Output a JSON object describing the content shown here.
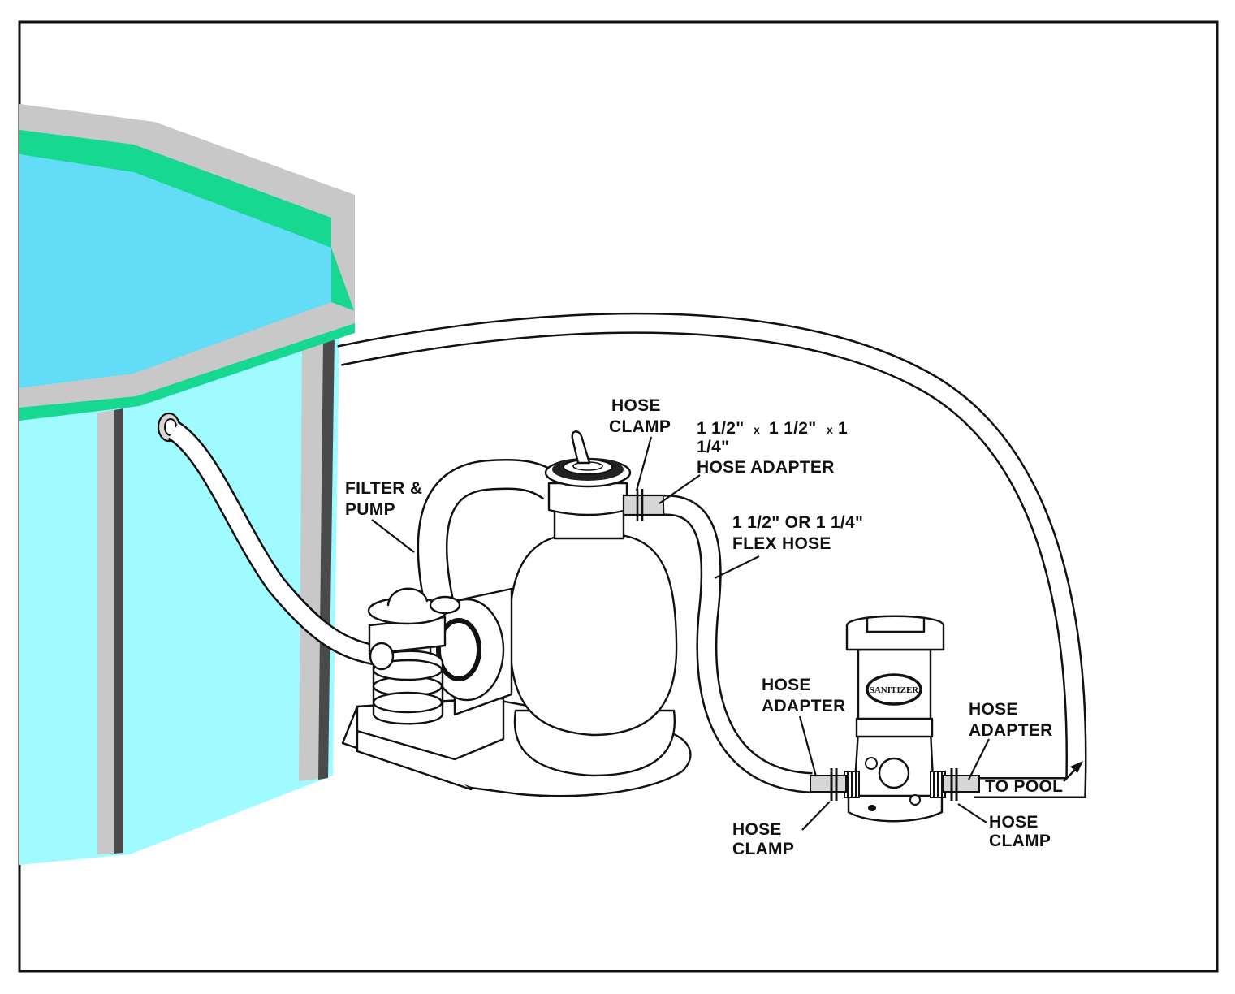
{
  "colors": {
    "frame": "#111111",
    "pool_rail": "#c8c8c8",
    "pool_rim": "#17d890",
    "pool_water": "#63dcf8",
    "pool_wall": "#9ffbff",
    "fitting": "#d6d6d6"
  },
  "labels": {
    "filter_pump_1": "FILTER &",
    "filter_pump_2": "PUMP",
    "hose_clamp_top_1": "HOSE",
    "hose_clamp_top_2": "CLAMP",
    "adapter_size_a": "1 1/2\"",
    "adapter_size_x1": "x",
    "adapter_size_b": "1 1/2\"",
    "adapter_size_x2": "x",
    "adapter_size_c": "1",
    "adapter_size_d": "1/4\"",
    "hose_adapter_top": "HOSE ADAPTER",
    "flex_hose_1": "1 1/2\" OR 1 1/4\"",
    "flex_hose_2": "FLEX HOSE",
    "hose_adapter_left_1": "HOSE",
    "hose_adapter_left_2": "ADAPTER",
    "hose_adapter_right_1": "HOSE",
    "hose_adapter_right_2": "ADAPTER",
    "to_pool": "TO POOL",
    "hose_clamp_left_1": "HOSE",
    "hose_clamp_left_2": "CLAMP",
    "hose_clamp_right_1": "HOSE",
    "hose_clamp_right_2": "CLAMP",
    "sanitizer": "SANITIZER"
  }
}
